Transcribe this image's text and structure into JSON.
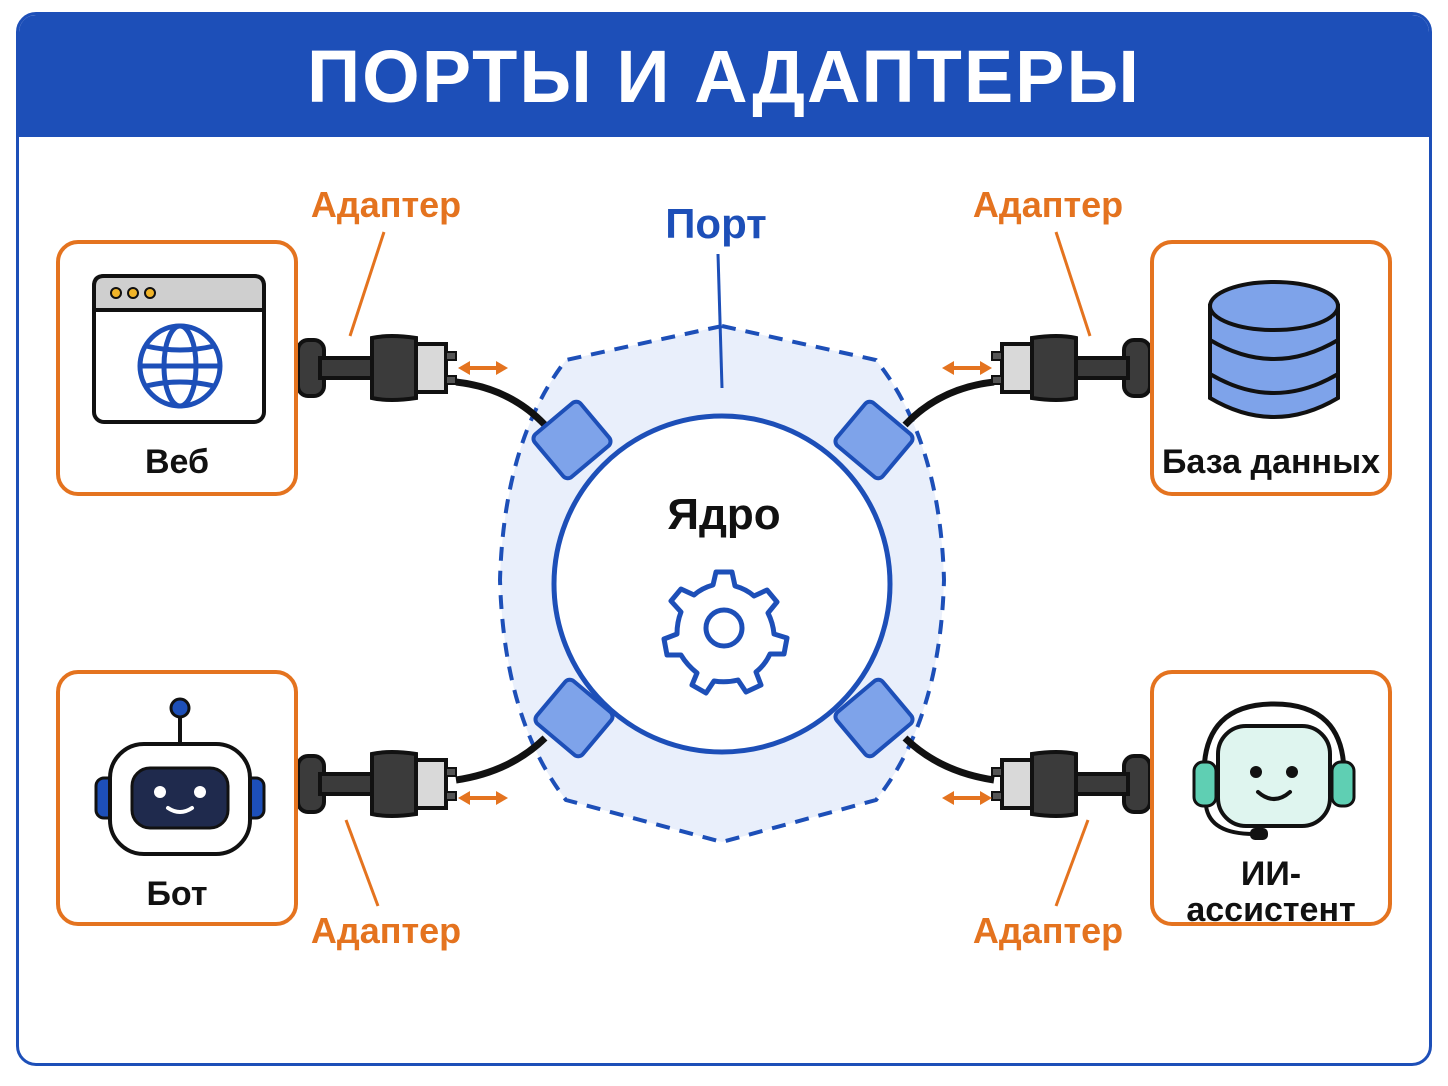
{
  "title": "ПОРТЫ И АДАПТЕРЫ",
  "core": {
    "label": "Ядро",
    "icon": "gear-icon"
  },
  "port": {
    "label": "Порт"
  },
  "adapters": {
    "top_left": "Адаптер",
    "top_right": "Адаптер",
    "bottom_left": "Адаптер",
    "bottom_right": "Адаптер"
  },
  "clients": {
    "web": {
      "label": "Веб",
      "icon": "browser-globe-icon"
    },
    "db": {
      "label": "База данных",
      "icon": "database-icon"
    },
    "bot": {
      "label": "Бот",
      "icon": "robot-icon"
    },
    "ai_line1": "ИИ-",
    "ai_line2": "ассистент",
    "ai_icon": "ai-assistant-headset-icon"
  },
  "colors": {
    "brand_blue": "#1d4fb8",
    "adapter_orange": "#e4731f",
    "port_fill": "#7ea3ea",
    "zone_fill": "#e9effb",
    "plug_dark": "#3b3b3b"
  }
}
